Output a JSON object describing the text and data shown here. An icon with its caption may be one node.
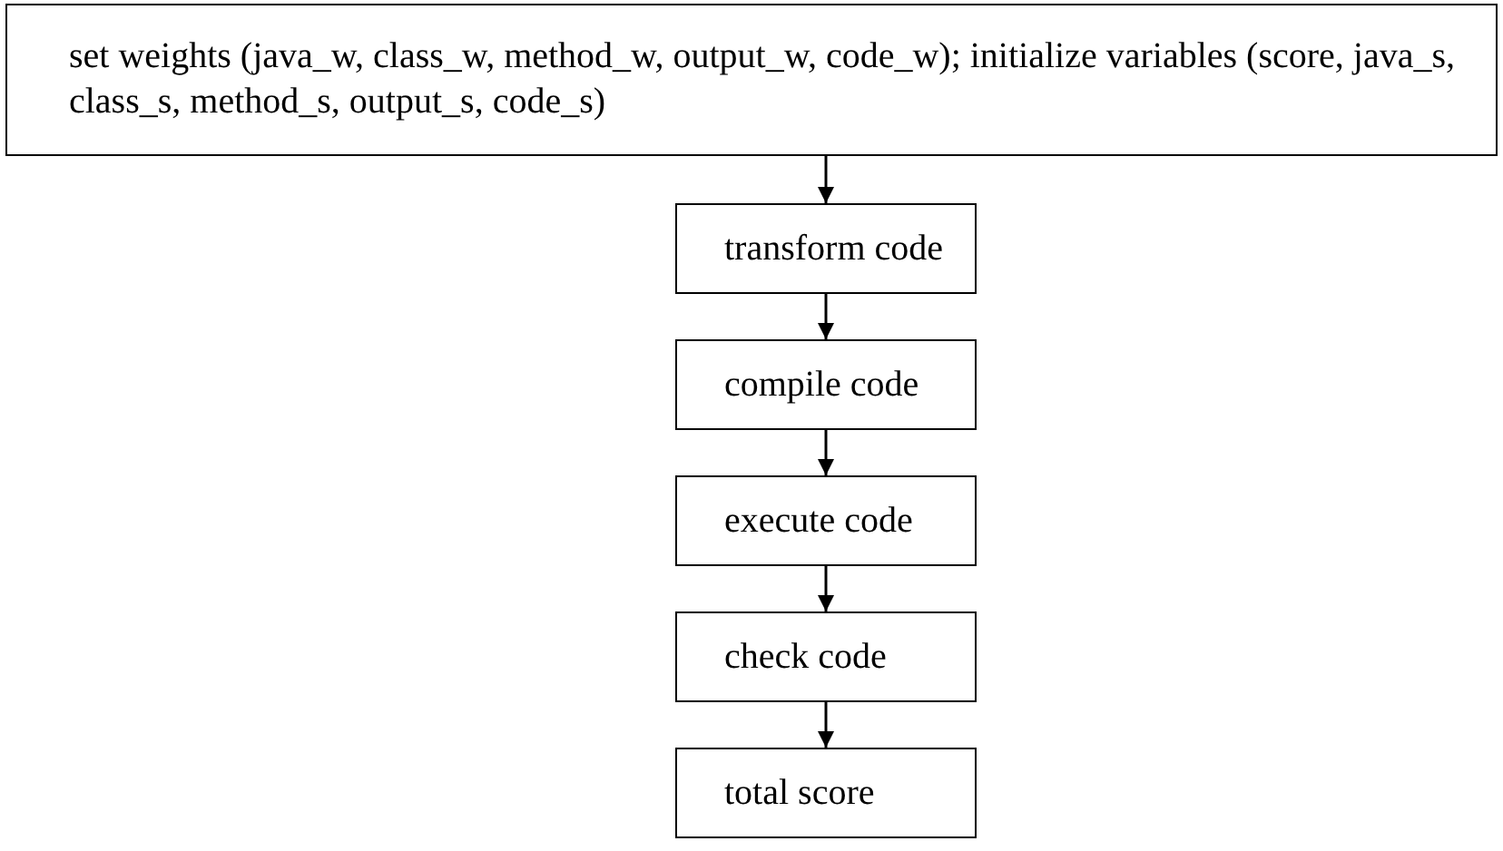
{
  "diagram": {
    "nodes": [
      {
        "text": [
          "set weights (java_w, class_w, method_w, output_w, code_w); initialize variables (score, java_s, class_s, method_s, output_s, code_s)"
        ]
      },
      {
        "text": [
          "transform code"
        ]
      },
      {
        "text": [
          "compile code"
        ]
      },
      {
        "text": [
          "execute code"
        ]
      },
      {
        "text": [
          "check code"
        ]
      },
      {
        "text": [
          "total score"
        ]
      }
    ],
    "edges": [
      {
        "from": 0,
        "to": 1,
        "arrow": "to"
      },
      {
        "from": 1,
        "to": 2,
        "arrow": "to"
      },
      {
        "from": 2,
        "to": 3,
        "arrow": "to"
      },
      {
        "from": 3,
        "to": 4,
        "arrow": "to"
      },
      {
        "from": 4,
        "to": 5,
        "arrow": "to"
      }
    ]
  }
}
